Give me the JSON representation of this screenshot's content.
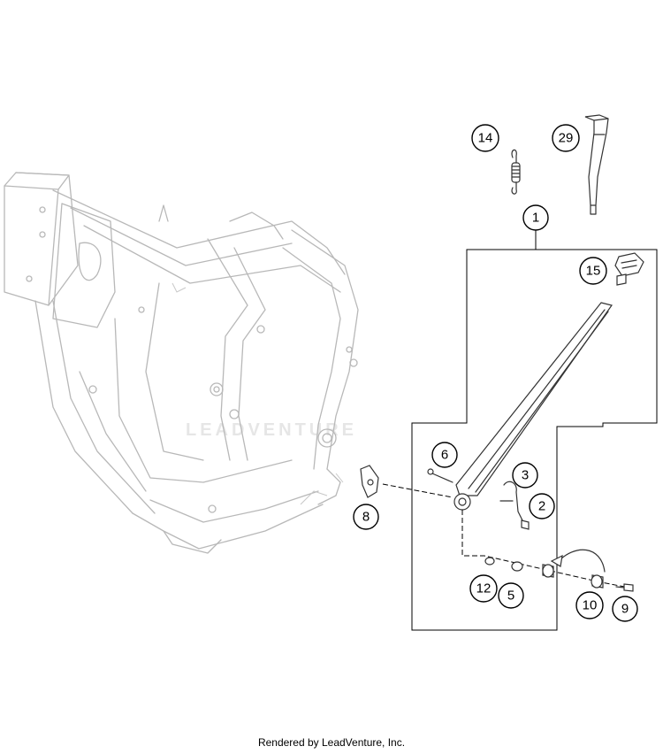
{
  "watermark": "LEADVENTURE",
  "footer": "Rendered by LeadVenture, Inc.",
  "callouts": [
    "14",
    "29",
    "1",
    "15",
    "6",
    "3",
    "2",
    "8",
    "12",
    "5",
    "10",
    "9"
  ]
}
